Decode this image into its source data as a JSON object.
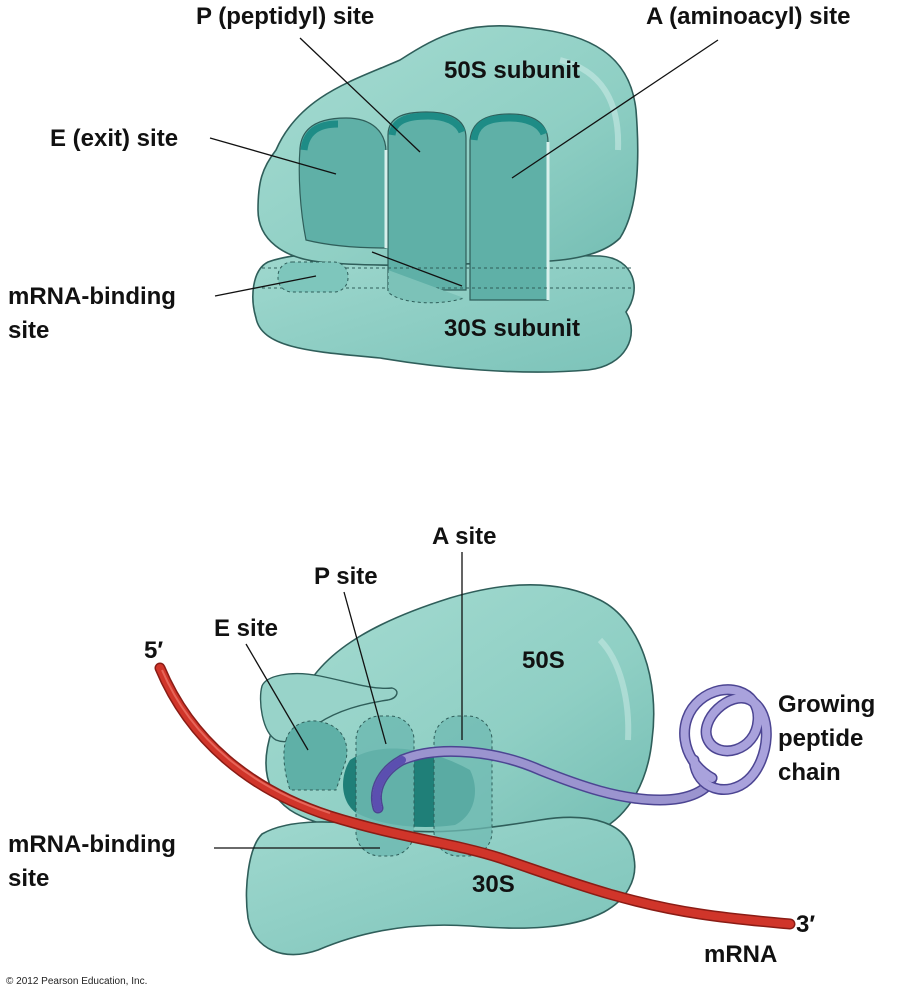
{
  "top_diagram": {
    "labels": {
      "p_site": "P (peptidyl) site",
      "a_site": "A (aminoacyl) site",
      "e_site": "E (exit) site",
      "subunit_50s": "50S subunit",
      "mrna_binding_line1": "mRNA-binding",
      "mrna_binding_line2": "site",
      "subunit_30s": "30S subunit"
    }
  },
  "bottom_diagram": {
    "labels": {
      "a_site": "A site",
      "p_site": "P site",
      "e_site": "E site",
      "five_prime": "5′",
      "subunit_50s": "50S",
      "growing_line1": "Growing",
      "growing_line2": "peptide",
      "growing_line3": "chain",
      "mrna_binding_line1": "mRNA-binding",
      "mrna_binding_line2": "site",
      "subunit_30s": "30S",
      "three_prime": "3′",
      "mrna": "mRNA"
    }
  },
  "copyright": "© 2012 Pearson Education, Inc.",
  "colors": {
    "ribosome": "#8fcfc4",
    "ribosome_dark": "#5bb1a8",
    "site_pocket": "#63b5ad",
    "outline": "#2f5e5a",
    "mrna": "#d0352a",
    "peptide": "#9b94cf"
  }
}
